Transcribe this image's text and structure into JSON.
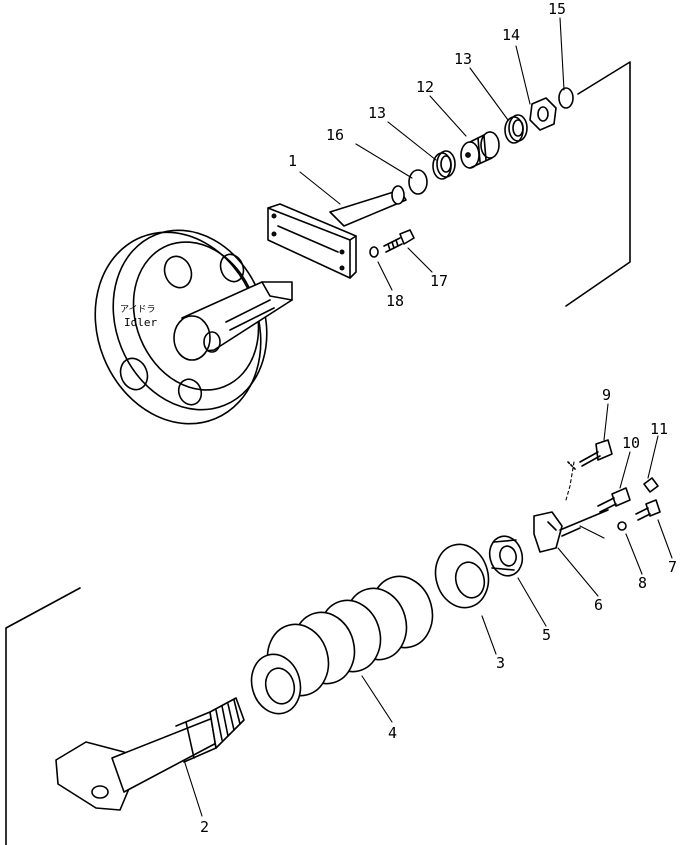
{
  "diagram": {
    "idler_label_jp": "アイドラ",
    "idler_label_en": "Idler",
    "callouts": [
      {
        "id": "n1",
        "text": "1"
      },
      {
        "id": "n2",
        "text": "2"
      },
      {
        "id": "n3",
        "text": "3"
      },
      {
        "id": "n4",
        "text": "4"
      },
      {
        "id": "n5",
        "text": "5"
      },
      {
        "id": "n6",
        "text": "6"
      },
      {
        "id": "n7",
        "text": "7"
      },
      {
        "id": "n8",
        "text": "8"
      },
      {
        "id": "n9",
        "text": "9"
      },
      {
        "id": "n10",
        "text": "10"
      },
      {
        "id": "n11",
        "text": "11"
      },
      {
        "id": "n12",
        "text": "12"
      },
      {
        "id": "n13a",
        "text": "13"
      },
      {
        "id": "n13b",
        "text": "13"
      },
      {
        "id": "n14",
        "text": "14"
      },
      {
        "id": "n15",
        "text": "15"
      },
      {
        "id": "n16",
        "text": "16"
      },
      {
        "id": "n17",
        "text": "17"
      },
      {
        "id": "n18",
        "text": "18"
      }
    ]
  }
}
